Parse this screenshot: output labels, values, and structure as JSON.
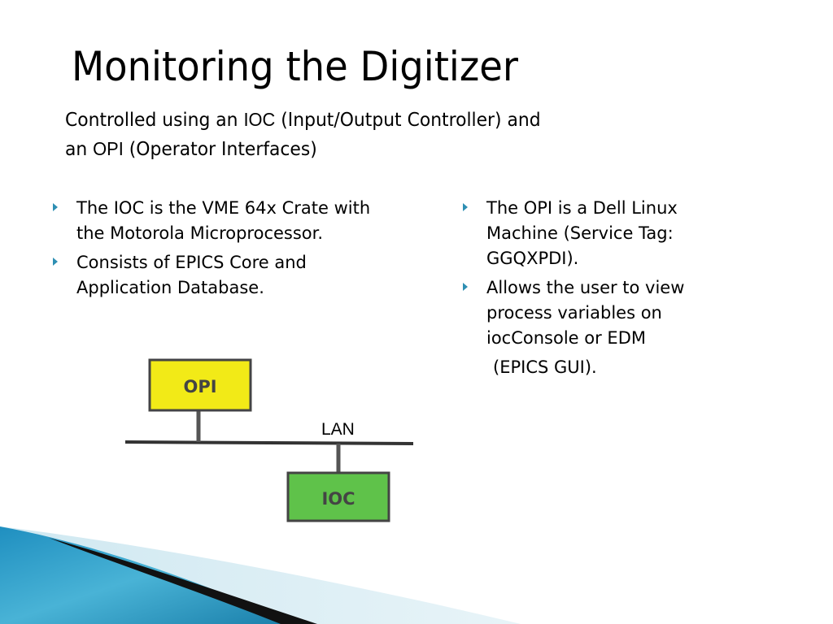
{
  "slide": {
    "title": "Monitoring the Digitizer",
    "subtitle": {
      "part1": "Controlled using an ",
      "ioc_kw": "IOC",
      "part2": " (Input/Output Controller) and",
      "part3": "an ",
      "opi_kw": "OPI",
      "part4": " (Operator Interfaces)"
    },
    "left_bullets": [
      {
        "line1": "The IOC is the VME 64x Crate with",
        "line2": "the Motorola Microprocessor."
      },
      {
        "line1": "Consists of EPICS Core and",
        "line2": "Application Database."
      }
    ],
    "right_bullets": [
      {
        "line1": "The OPI is a Dell Linux",
        "line2": "Machine (Service Tag:",
        "line3": "GGQXPDI)."
      },
      {
        "line1": "Allows the user to view",
        "line2": "process variables on",
        "line3": "iocConsole or EDM"
      }
    ],
    "right_continuation": "(EPICS GUI).",
    "diagram": {
      "opi_label": "OPI",
      "ioc_label": "IOC",
      "lan_label": "LAN",
      "opi_color": "#f2ea17",
      "ioc_color": "#5fc24a"
    },
    "accent_color": "#2e8fb3"
  }
}
